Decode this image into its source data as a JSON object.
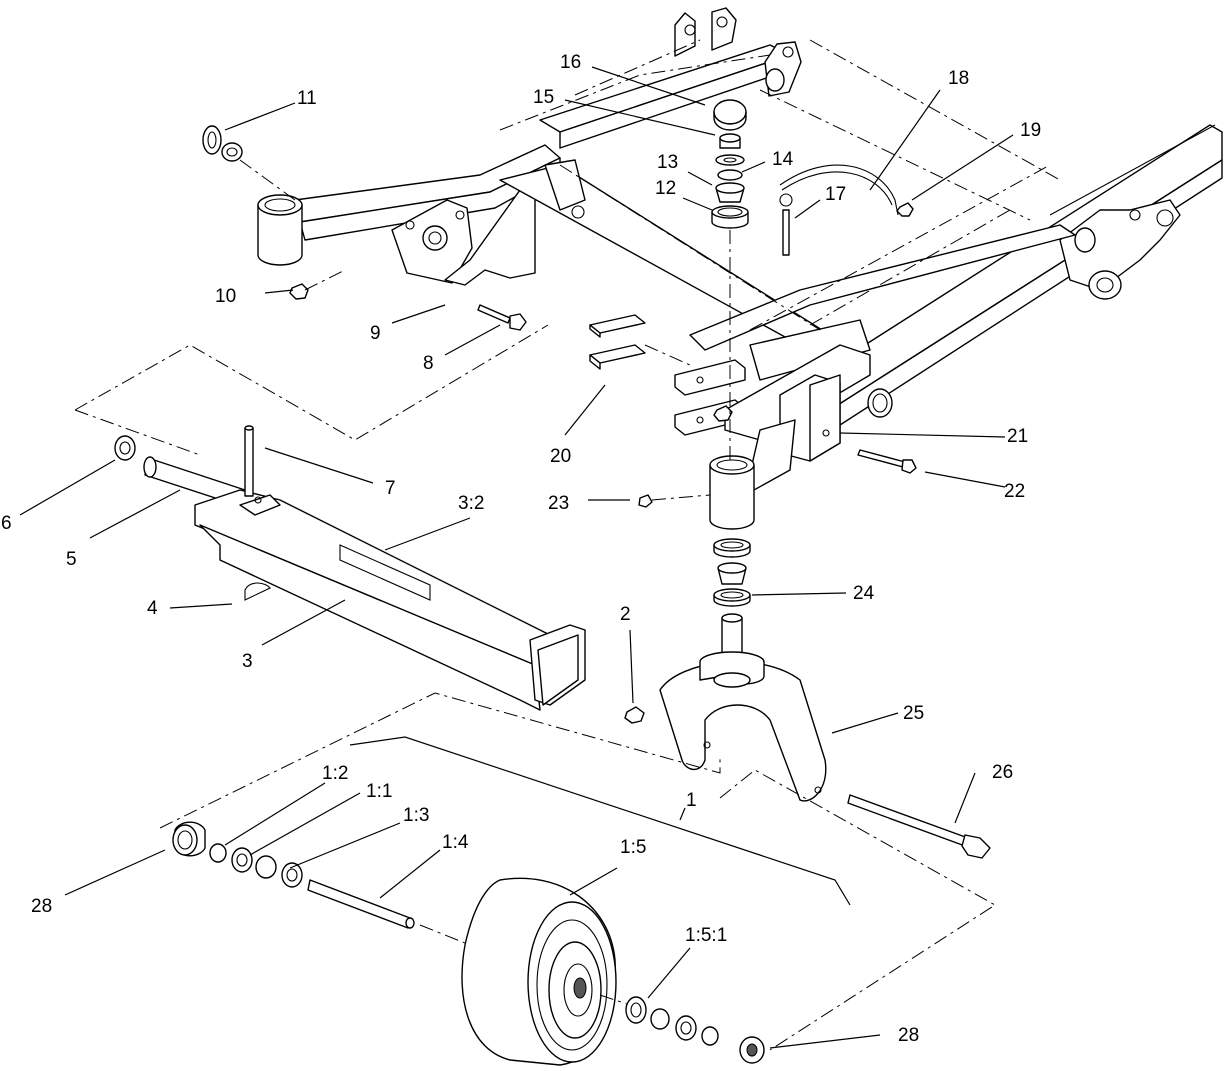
{
  "callouts": {
    "c1": "1",
    "c1_1": "1:1",
    "c1_2": "1:2",
    "c1_3": "1:3",
    "c1_4": "1:4",
    "c1_5": "1:5",
    "c1_5_1": "1:5:1",
    "c2": "2",
    "c3": "3",
    "c3_2": "3:2",
    "c4": "4",
    "c5": "5",
    "c6": "6",
    "c7": "7",
    "c8": "8",
    "c9": "9",
    "c10": "10",
    "c11": "11",
    "c12": "12",
    "c13": "13",
    "c14": "14",
    "c15": "15",
    "c16": "16",
    "c17": "17",
    "c18": "18",
    "c19": "19",
    "c20": "20",
    "c21": "21",
    "c22": "22",
    "c23": "23",
    "c24": "24",
    "c25": "25",
    "c26": "26",
    "c28a": "28",
    "c28b": "28"
  }
}
